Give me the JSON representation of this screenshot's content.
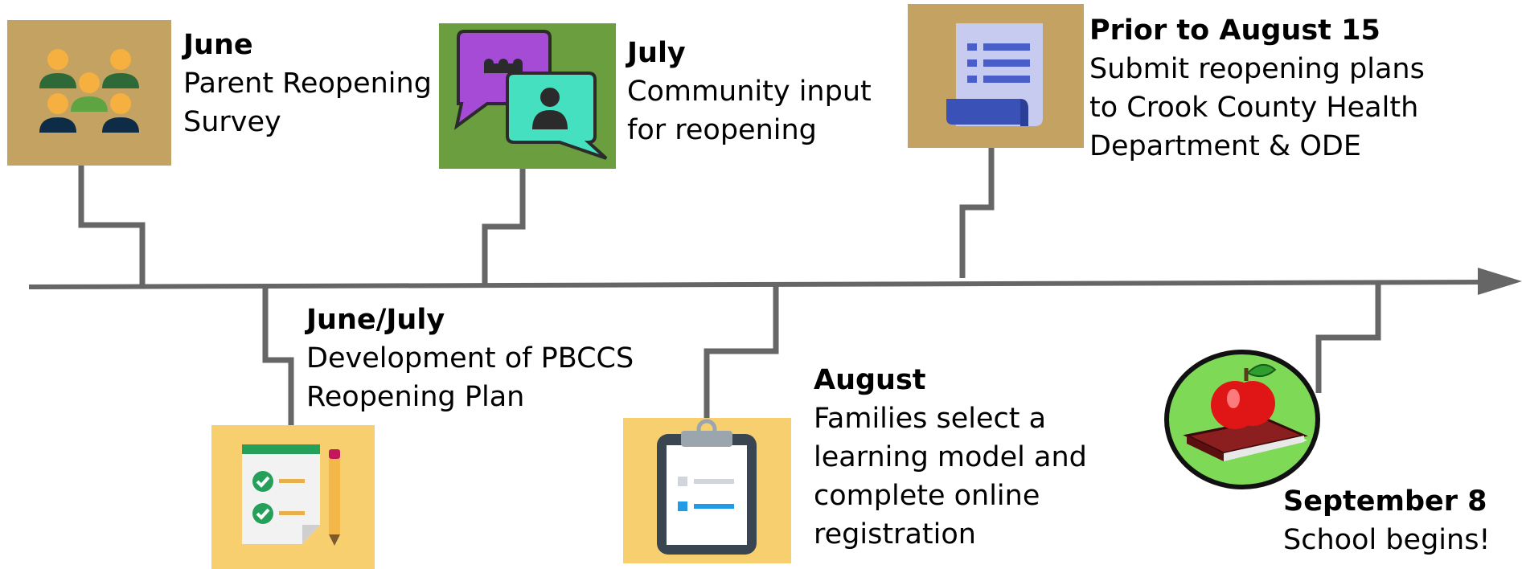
{
  "timeline": {
    "events": [
      {
        "id": "june",
        "date": "June",
        "lines": [
          "Parent Reopening",
          "Survey"
        ],
        "icon": "people-group-icon",
        "icon_bg": "#c4a262"
      },
      {
        "id": "june-july",
        "date": "June/July",
        "lines": [
          "Development of PBCCS",
          "Reopening Plan"
        ],
        "icon": "checklist-notepad-icon",
        "icon_bg": "#f7cf6f"
      },
      {
        "id": "july",
        "date": "July",
        "lines": [
          "Community input",
          "for reopening"
        ],
        "icon": "chat-bubbles-icon",
        "icon_bg": "#6a9e3f"
      },
      {
        "id": "august",
        "date": "August",
        "lines": [
          "Families select a",
          "learning model and",
          "complete online",
          "registration"
        ],
        "icon": "clipboard-icon",
        "icon_bg": "#f7cf6f"
      },
      {
        "id": "prior-aug-15",
        "date": "Prior to August 15",
        "lines": [
          "Submit reopening plans",
          "to Crook County Health",
          "Department & ODE"
        ],
        "icon": "document-scroll-icon",
        "icon_bg": "#c4a262"
      },
      {
        "id": "sept-8",
        "date": "September 8",
        "lines": [
          "School begins!"
        ],
        "icon": "apple-book-icon",
        "icon_bg": "#7ed957"
      }
    ]
  },
  "colors": {
    "axis": "#666666",
    "connector": "#666666",
    "text": "#000000"
  }
}
